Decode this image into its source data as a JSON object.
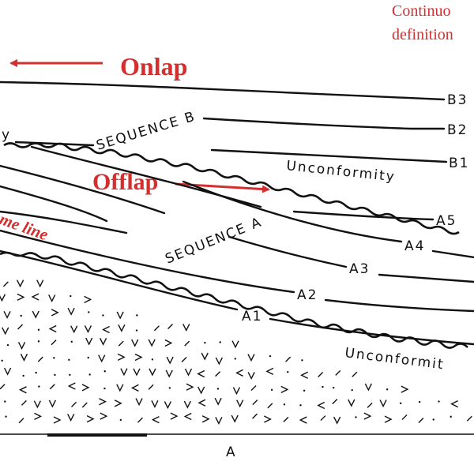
{
  "annotations": {
    "top_right_note": "Continuous definition",
    "onlap": "Onlap",
    "offlap": "Offlap",
    "time_line": "me line"
  },
  "sequence_labels": {
    "sequence_b": "SEQUENCE B",
    "sequence_a": "SEQUENCE A",
    "left_fragment": "y"
  },
  "horizon_labels": {
    "b3": "B3",
    "b2": "B2",
    "b1": "B1",
    "a5": "A5",
    "a4": "A4",
    "a3": "A3",
    "a2": "A2",
    "a1": "A1"
  },
  "unconformity_labels": {
    "upper": "Unconformity",
    "lower": "Unconformit"
  },
  "bottom_label": "A",
  "colors": {
    "annotation_red": "#d32f2f",
    "line_black": "#111111",
    "background": "#ffffff"
  }
}
